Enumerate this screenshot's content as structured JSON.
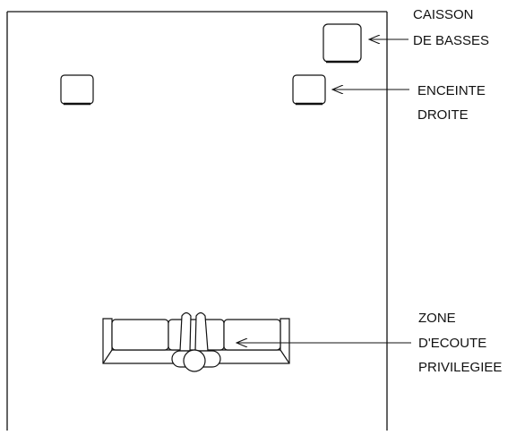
{
  "colors": {
    "line": "#111111",
    "background": "#ffffff"
  },
  "labels": {
    "subwoofer": [
      "CAISSON",
      "DE BASSES"
    ],
    "right_speaker": [
      "ENCEINTE",
      "DROITE"
    ],
    "listening_zone": [
      "ZONE",
      "D'ECOUTE",
      "PRIVILEGIEE"
    ]
  }
}
